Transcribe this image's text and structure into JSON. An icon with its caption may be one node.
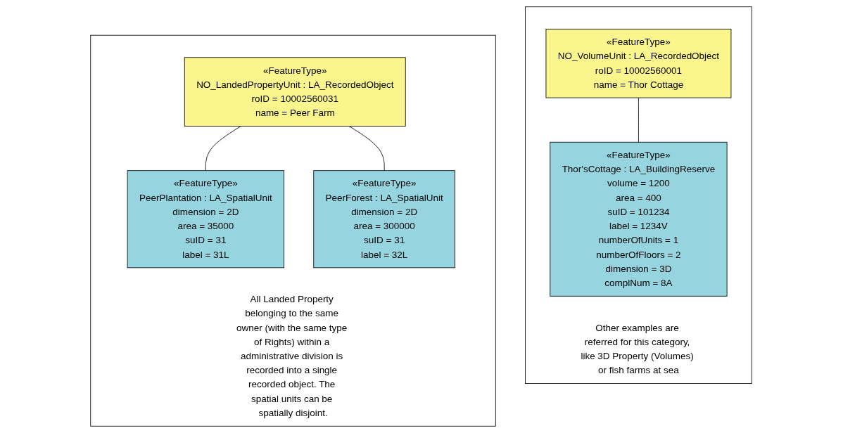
{
  "diagram": {
    "nodes": [
      {
        "text": [
          "Other examples are referred for this category, like 3D Property (Volumes) or fish farms at sea"
        ]
      },
      {
        "text": [
          "«FeatureType»",
          "NO_VolumeUnit : LA_RecordedObject",
          "roID = 10002560001",
          "name = Thor Cottage"
        ],
        "in": 0
      },
      {
        "text": [
          "«FeatureType»",
          "Thor'sCottage : LA_BuildingReserve",
          "volume = 1200",
          "area = 400",
          "suID = 101234",
          "label = 1234V",
          "numberOfUnits = 1",
          "numberOfFloors = 2",
          "dimension = 3D",
          "complNum = 8A"
        ],
        "in": 0
      },
      {
        "text": [
          "All Landed Property belonging to the same owner (with the same type of Rights) within a administrative division is recorded into a single recorded object. The spatial units can be spatially disjoint."
        ]
      },
      {
        "text": [
          "«FeatureType»",
          "NO_LandedPropertyUnit : LA_RecordedObject",
          "roID = 10002560031",
          "name = Peer Farm"
        ],
        "in": 3
      },
      {
        "text": [
          "«FeatureType»",
          "PeerPlantation : LA_SpatialUnit",
          "dimension = 2D",
          "area = 35000",
          "suID = 31",
          "label = 31L"
        ],
        "in": 3
      },
      {
        "text": [
          "«FeatureType»",
          "PeerForest : LA_SpatialUnit",
          "dimension = 2D",
          "area = 300000",
          "suID = 31",
          "label = 32L"
        ],
        "in": 3
      }
    ],
    "edges": [
      {
        "from": 1,
        "to": 2,
        "arrow": "none"
      },
      {
        "from": 4,
        "to": 5,
        "arrow": "none"
      },
      {
        "from": 4,
        "to": 6,
        "arrow": "none"
      }
    ]
  }
}
